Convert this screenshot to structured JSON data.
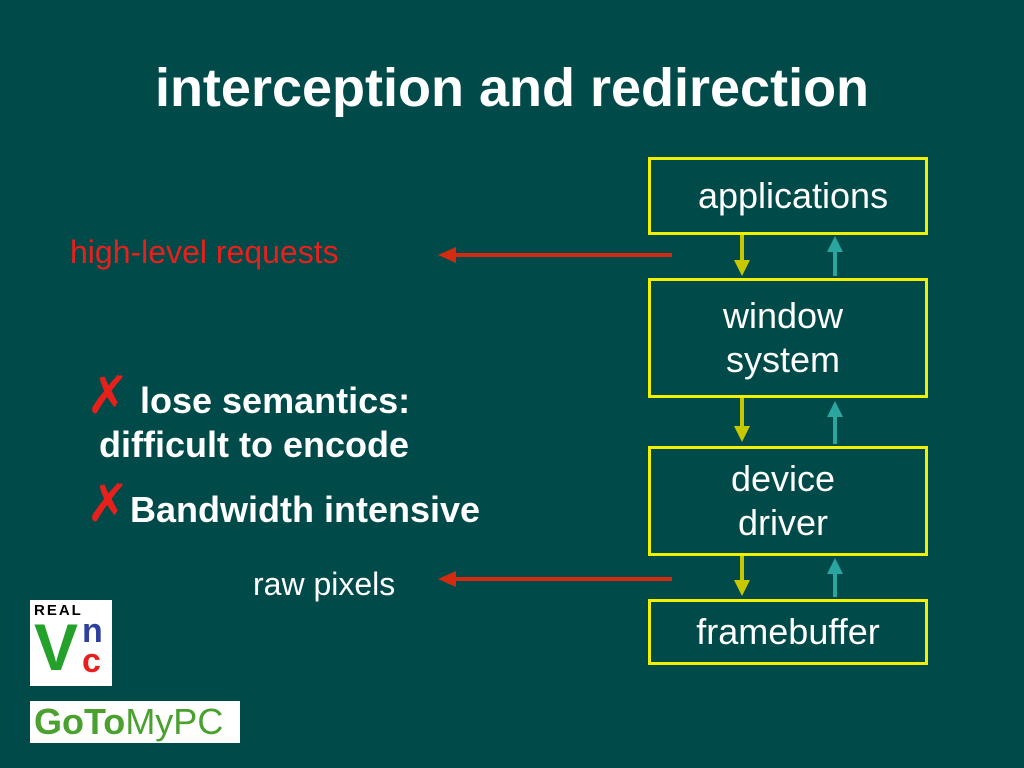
{
  "title": "interception and redirection",
  "stack": {
    "applications": "applications",
    "window_system": "window\nsystem",
    "device_driver": "device\ndriver",
    "framebuffer": "framebuffer"
  },
  "labels": {
    "high_level": "high-level requests",
    "raw_pixels": "raw pixels"
  },
  "bullets": [
    {
      "mark": "✗",
      "text_line1": "lose semantics:",
      "text_line2": "difficult to encode"
    },
    {
      "mark": "✗",
      "text": "Bandwidth intensive"
    }
  ],
  "logos": {
    "vnc": {
      "top": "REAL",
      "v": "V",
      "n": "n",
      "c": "c"
    },
    "gotomypc": {
      "part1": "GoTo",
      "part2": "MyPC"
    }
  },
  "colors": {
    "background": "#004b49",
    "box_border": "#f0f000",
    "down_arrow": "#c8c800",
    "up_arrow": "#2aa5a0",
    "red_arrow": "#d42a10",
    "red_text": "#e8201c"
  }
}
